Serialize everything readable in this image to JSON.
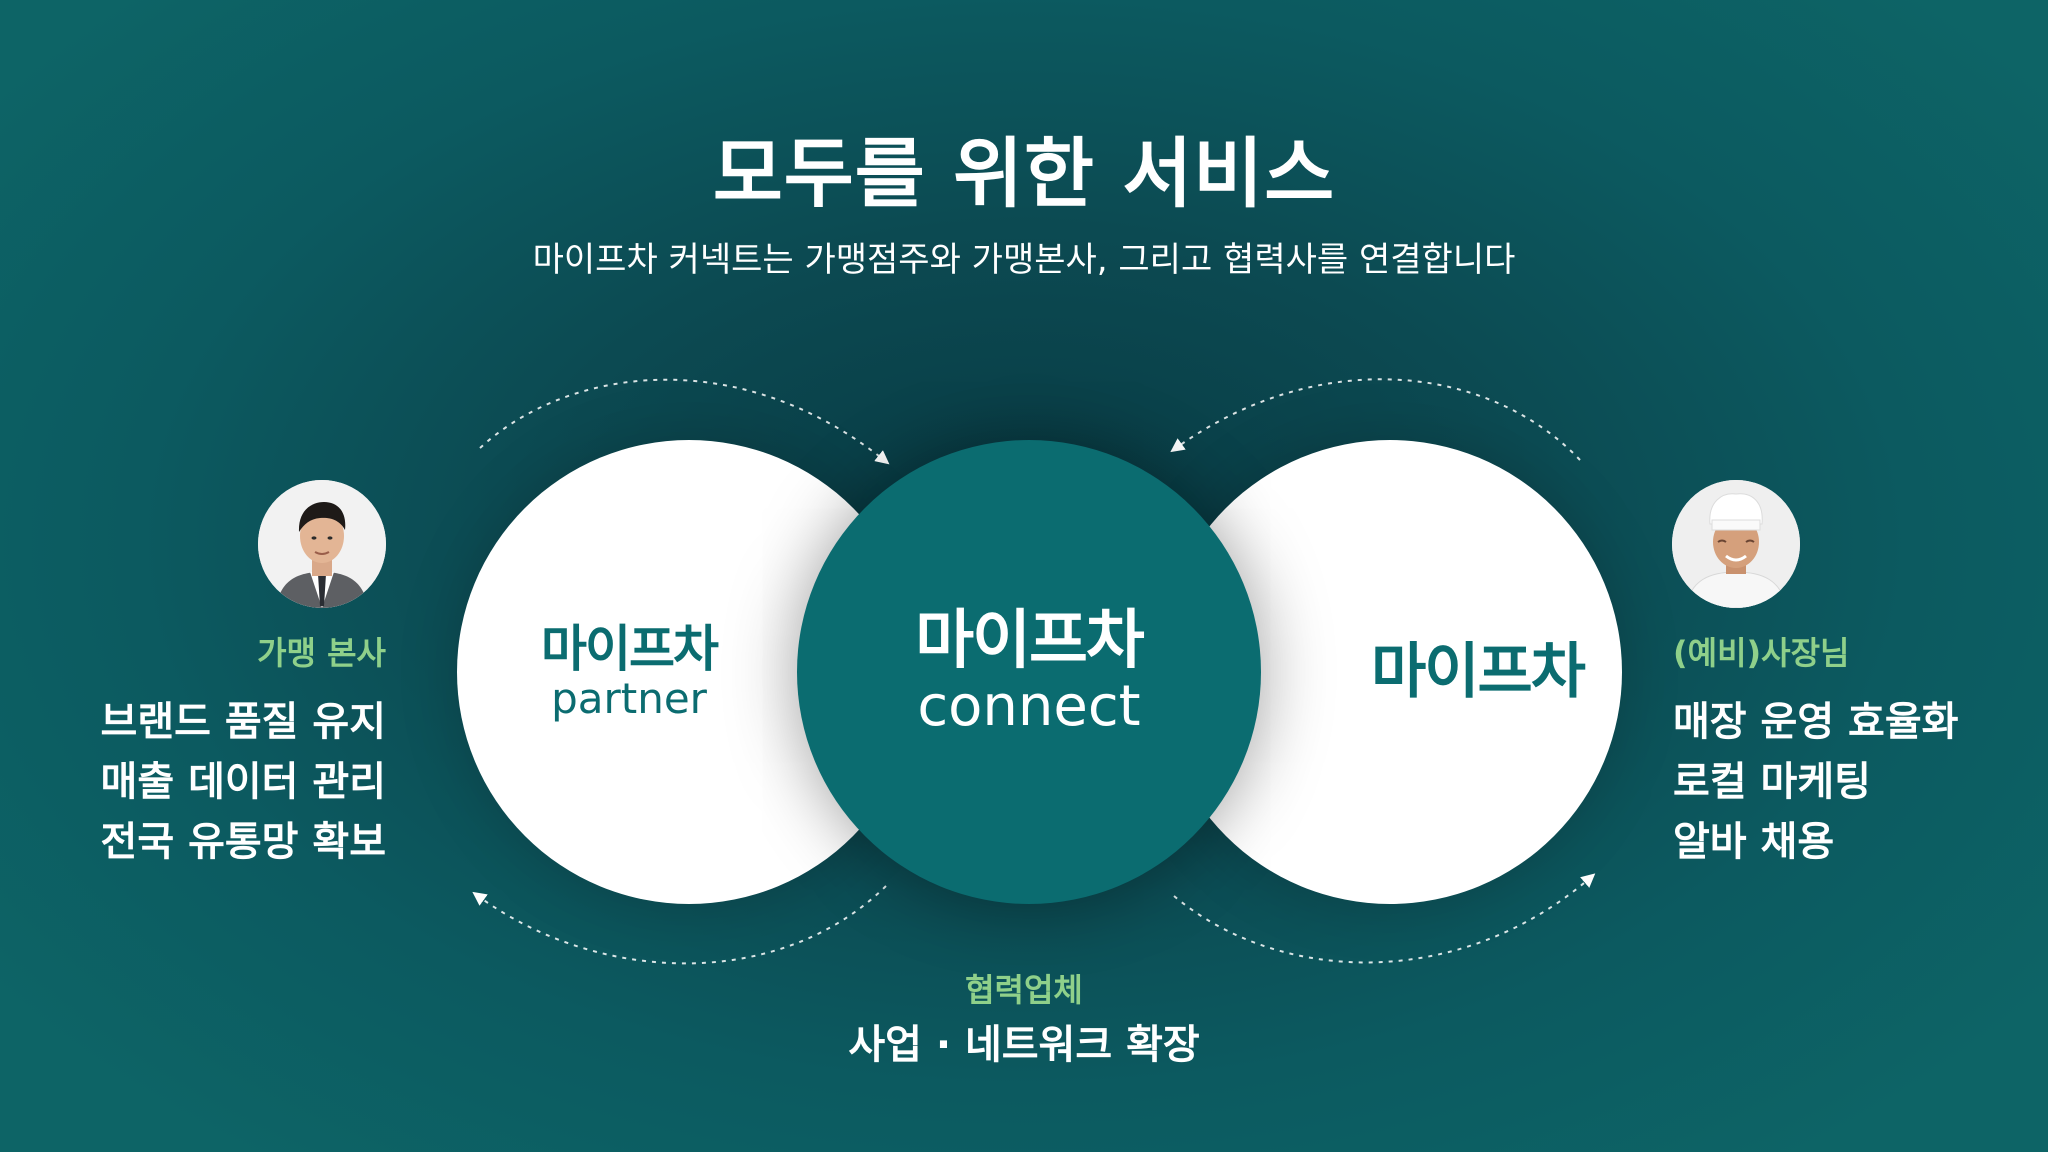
{
  "header": {
    "title": "모두를 위한 서비스",
    "subtitle": "마이프차 커넥트는 가맹점주와 가맹본사, 그리고 협력사를 연결합니다"
  },
  "circles": {
    "left": {
      "logo": "마이프차",
      "sub": "partner"
    },
    "center": {
      "logo": "마이프차",
      "sub": "connect"
    },
    "right": {
      "logo": "마이프차"
    }
  },
  "left_panel": {
    "role": "가맹 본사",
    "features": [
      "브랜드 품질 유지",
      "매출 데이터 관리",
      "전국 유통망 확보"
    ]
  },
  "right_panel": {
    "role": "(예비)사장님",
    "features": [
      "매장 운영 효율화",
      "로컬 마케팅",
      "알바 채용"
    ]
  },
  "bottom_panel": {
    "role": "협력업체",
    "feature": "사업 · 네트워크 확장"
  },
  "colors": {
    "brand_teal": "#0b6c70",
    "accent_green": "#8fd08a",
    "background_dark": "#083a43"
  }
}
